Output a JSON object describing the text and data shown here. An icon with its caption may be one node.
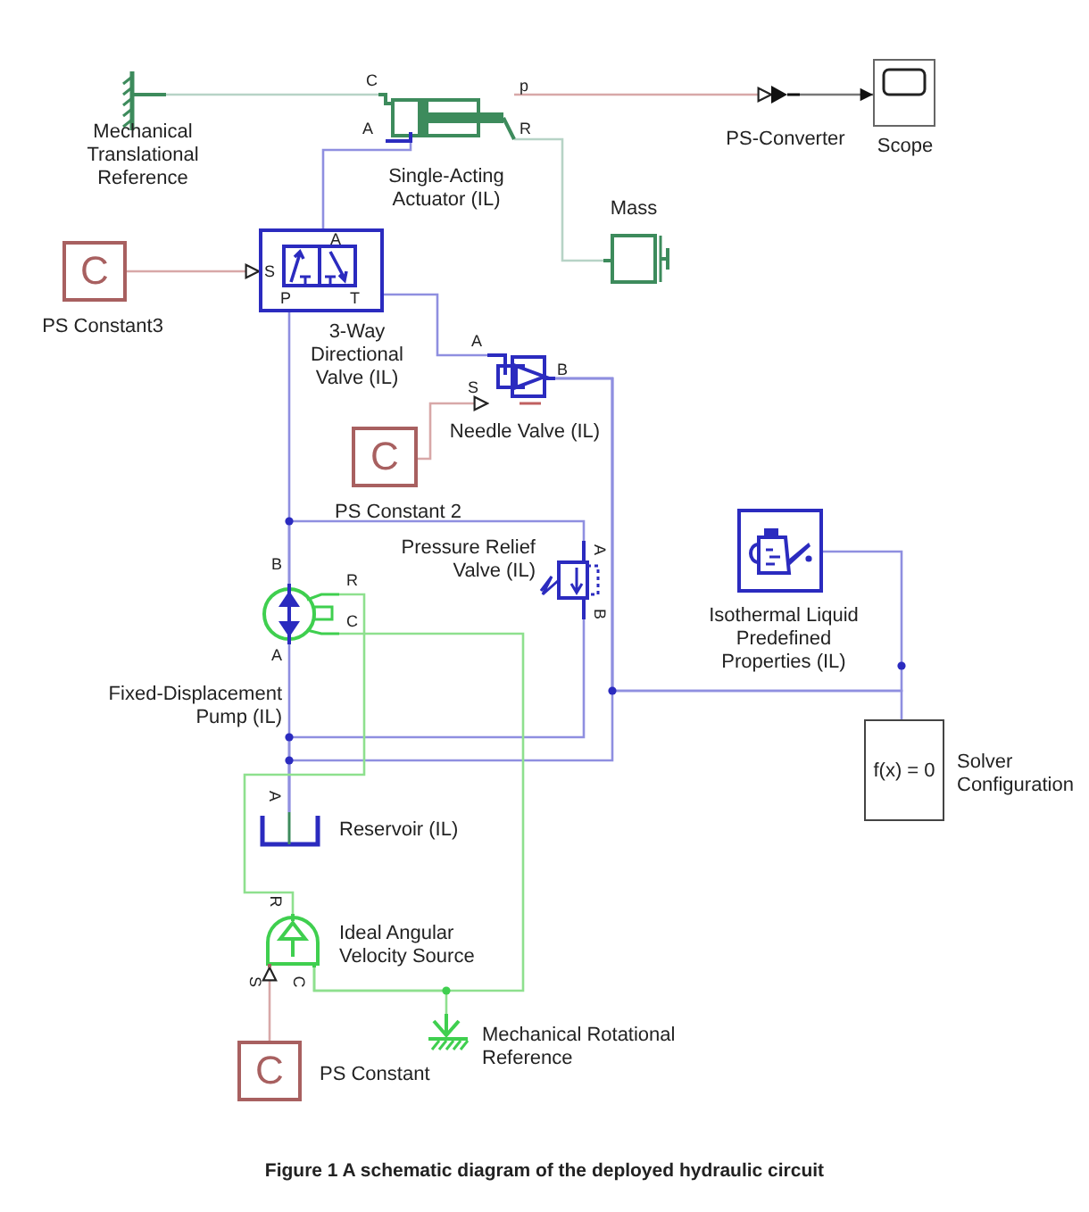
{
  "diagram": {
    "caption": "Figure 1 A schematic diagram of the deployed hydraulic circuit",
    "nodes": [
      {
        "text": [
          "Mechanical Translational Reference"
        ]
      },
      {
        "text": [
          "Single-Acting Actuator (IL)"
        ]
      },
      {
        "text": [
          "PS-Converter"
        ]
      },
      {
        "text": [
          "Scope"
        ]
      },
      {
        "text": [
          "Mass"
        ]
      },
      {
        "text": [
          "C",
          "PS Constant3"
        ]
      },
      {
        "text": [
          "3-Way Directional Valve (IL)"
        ]
      },
      {
        "text": [
          "Needle Valve (IL)"
        ]
      },
      {
        "text": [
          "C",
          "PS Constant 2"
        ]
      },
      {
        "text": [
          "Pressure Relief Valve (IL)"
        ]
      },
      {
        "text": [
          "Fixed-Displacement Pump (IL)"
        ]
      },
      {
        "text": [
          "Reservoir (IL)"
        ]
      },
      {
        "text": [
          "Ideal Angular Velocity Source"
        ]
      },
      {
        "text": [
          "C",
          "PS Constant"
        ]
      },
      {
        "text": [
          "Mechanical Rotational Reference"
        ]
      },
      {
        "text": [
          "Isothermal Liquid Predefined Properties (IL)"
        ]
      },
      {
        "text": [
          "f(x) = 0",
          "Solver Configuration"
        ]
      }
    ],
    "edges": [
      {
        "from": 0,
        "to": 1,
        "arrow": "none",
        "color": "#b7d3c6"
      },
      {
        "from": 1,
        "to": 4,
        "arrow": "none",
        "color": "#b7d3c6"
      },
      {
        "from": 1,
        "to": 2,
        "arrow": "to",
        "color": "#d8a8a8"
      },
      {
        "from": 2,
        "to": 3,
        "arrow": "to",
        "color": "#777777"
      },
      {
        "from": 5,
        "to": 6,
        "arrow": "to",
        "color": "#d8a8a8"
      },
      {
        "from": 1,
        "to": 6,
        "arrow": "none"
      },
      {
        "from": 6,
        "to": 7,
        "arrow": "none"
      },
      {
        "from": 8,
        "to": 7,
        "arrow": "to",
        "color": "#d8a8a8"
      },
      {
        "from": 6,
        "to": 10,
        "arrow": "none"
      },
      {
        "from": 9,
        "to": 10,
        "arrow": "none"
      },
      {
        "from": 9,
        "to": 11,
        "arrow": "none"
      },
      {
        "from": 10,
        "to": 11,
        "arrow": "none"
      },
      {
        "from": 7,
        "to": 11,
        "arrow": "none"
      },
      {
        "from": 15,
        "to": 7,
        "arrow": "none"
      },
      {
        "from": 16,
        "to": 7,
        "arrow": "none"
      },
      {
        "from": 10,
        "to": 12,
        "arrow": "none",
        "color": "#8ee08e"
      },
      {
        "from": 10,
        "to": 12,
        "arrow": "none",
        "color": "#8ee08e"
      },
      {
        "from": 12,
        "to": 14,
        "arrow": "none",
        "color": "#8ee08e"
      },
      {
        "from": 13,
        "to": 12,
        "arrow": "to",
        "color": "#d8a8a8"
      }
    ],
    "labels": [
      "C",
      "A",
      "p",
      "R",
      "S",
      "A",
      "P",
      "T",
      "A",
      "S",
      "B",
      "B",
      "R",
      "C",
      "A",
      "A",
      "B",
      "A",
      "R",
      "S",
      "C"
    ]
  }
}
